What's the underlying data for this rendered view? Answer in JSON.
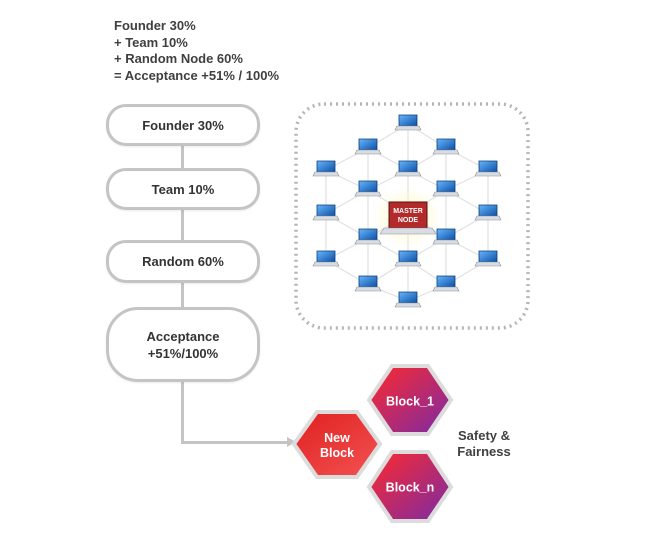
{
  "formula": {
    "lines": [
      "Founder 30%",
      "+ Team 10%",
      "+ Random Node 60%",
      "= Acceptance +51% / 100%"
    ]
  },
  "flow": {
    "steps": [
      "Founder 30%",
      "Team 10%",
      "Random 60%",
      "Acceptance\n+51%/100%"
    ]
  },
  "network": {
    "master_label": "MASTER\nNODE",
    "node_icon": "laptop-icon",
    "master_color": "#b22a2a",
    "node_color": "#1a6fc9"
  },
  "blocks": {
    "new_block": "New\nBlock",
    "block_1": "Block_1",
    "block_n": "Block_n",
    "caption": "Safety &\nFairness",
    "gradient_red": "#e82a2a",
    "gradient_purple": "#7a2aa8"
  }
}
